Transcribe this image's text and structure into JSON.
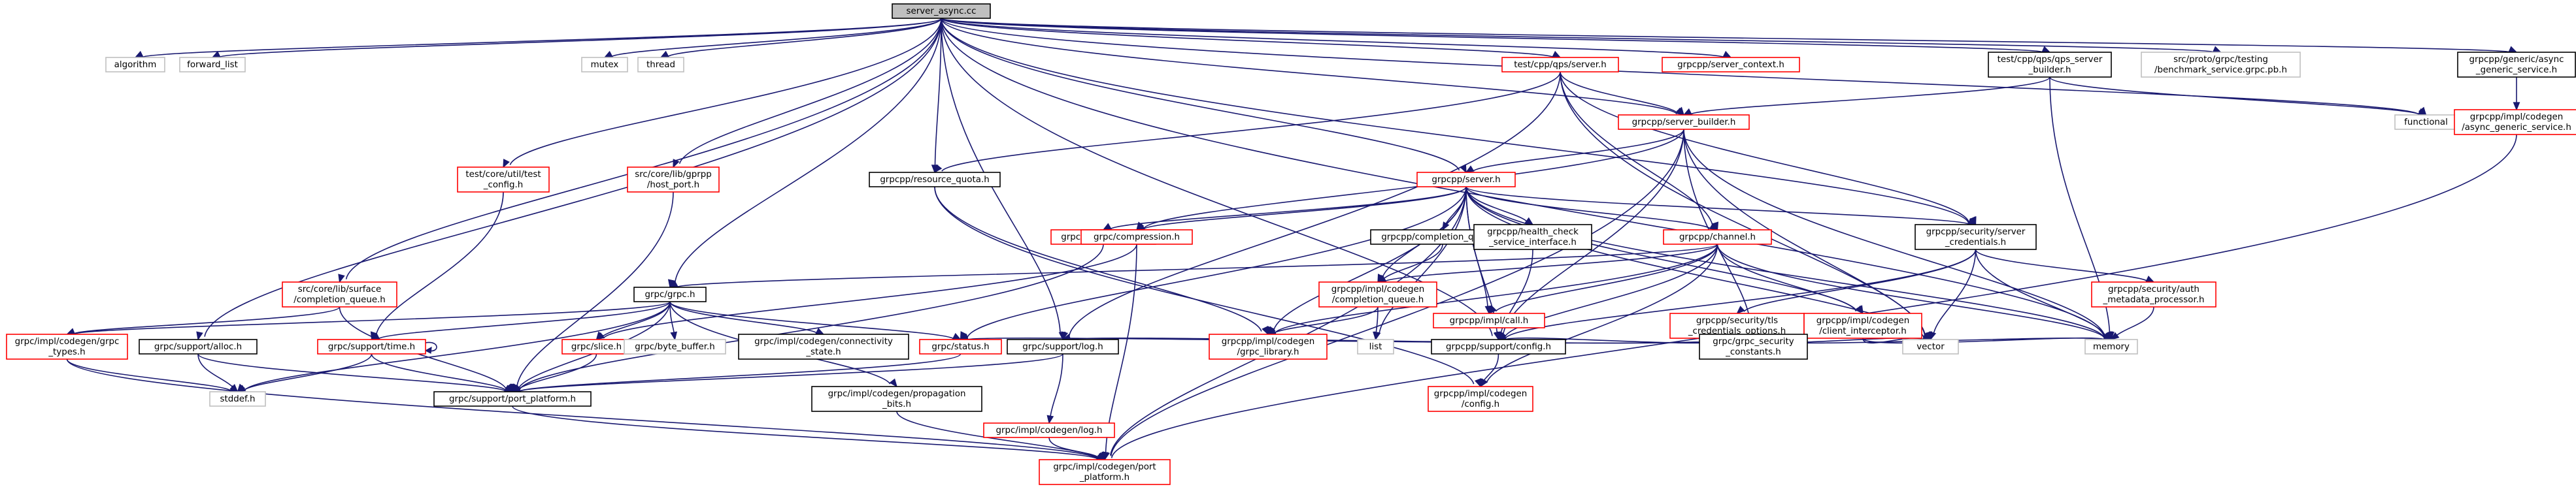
{
  "graph": {
    "nodes": [
      {
        "id": "root",
        "lines": [
          "server_async.cc"
        ],
        "style": "root"
      },
      {
        "id": "algorithm",
        "lines": [
          "algorithm"
        ],
        "style": "grey"
      },
      {
        "id": "forward_list",
        "lines": [
          "forward_list"
        ],
        "style": "grey"
      },
      {
        "id": "mutex",
        "lines": [
          "mutex"
        ],
        "style": "grey"
      },
      {
        "id": "thread",
        "lines": [
          "thread"
        ],
        "style": "grey"
      },
      {
        "id": "qps_server",
        "lines": [
          "test/cpp/qps/server.h"
        ],
        "style": "red"
      },
      {
        "id": "server_context",
        "lines": [
          "grpcpp/server_context.h"
        ],
        "style": "red"
      },
      {
        "id": "qps_server_builder",
        "lines": [
          "test/cpp/qps/qps_server",
          "_builder.h"
        ],
        "style": "black"
      },
      {
        "id": "bench_service",
        "lines": [
          "src/proto/grpc/testing",
          "/benchmark_service.grpc.pb.h"
        ],
        "style": "grey"
      },
      {
        "id": "generic_async",
        "lines": [
          "grpcpp/generic/async",
          "_generic_service.h"
        ],
        "style": "black"
      },
      {
        "id": "server_builder",
        "lines": [
          "grpcpp/server_builder.h"
        ],
        "style": "red"
      },
      {
        "id": "functional",
        "lines": [
          "functional"
        ],
        "style": "grey"
      },
      {
        "id": "async_generic",
        "lines": [
          "grpcpp/impl/codegen",
          "/async_generic_service.h"
        ],
        "style": "red"
      },
      {
        "id": "test_config",
        "lines": [
          "test/core/util/test",
          "_config.h"
        ],
        "style": "red"
      },
      {
        "id": "host_port",
        "lines": [
          "src/core/lib/gprpp",
          "/host_port.h"
        ],
        "style": "red"
      },
      {
        "id": "resource_quota",
        "lines": [
          "grpcpp/resource_quota.h"
        ],
        "style": "black"
      },
      {
        "id": "server_h",
        "lines": [
          "grpcpp/server.h"
        ],
        "style": "red"
      },
      {
        "id": "support_atm",
        "lines": [
          "grpc/support/atm.h"
        ],
        "style": "red"
      },
      {
        "id": "compression",
        "lines": [
          "grpc/compression.h"
        ],
        "style": "red"
      },
      {
        "id": "completion_queue",
        "lines": [
          "grpcpp/completion_queue.h"
        ],
        "style": "black"
      },
      {
        "id": "health_check",
        "lines": [
          "grpcpp/health_check",
          "_service_interface.h"
        ],
        "style": "black"
      },
      {
        "id": "channel",
        "lines": [
          "grpcpp/channel.h"
        ],
        "style": "red"
      },
      {
        "id": "server_credentials",
        "lines": [
          "grpcpp/security/server",
          "_credentials.h"
        ],
        "style": "black"
      },
      {
        "id": "surface_cq",
        "lines": [
          "src/core/lib/surface",
          "/completion_queue.h"
        ],
        "style": "red"
      },
      {
        "id": "grpc_h",
        "lines": [
          "grpc/grpc.h"
        ],
        "style": "black"
      },
      {
        "id": "codegen_cq",
        "lines": [
          "grpcpp/impl/codegen",
          "/completion_queue.h"
        ],
        "style": "red"
      },
      {
        "id": "impl_call",
        "lines": [
          "grpcpp/impl/call.h"
        ],
        "style": "red"
      },
      {
        "id": "tls_opts",
        "lines": [
          "grpcpp/security/tls",
          "_credentials_options.h"
        ],
        "style": "red"
      },
      {
        "id": "client_interceptor",
        "lines": [
          "grpcpp/impl/codegen",
          "/client_interceptor.h"
        ],
        "style": "red"
      },
      {
        "id": "auth_meta",
        "lines": [
          "grpcpp/security/auth",
          "_metadata_processor.h"
        ],
        "style": "red"
      },
      {
        "id": "grpc_types",
        "lines": [
          "grpc/impl/codegen/grpc",
          "_types.h"
        ],
        "style": "red"
      },
      {
        "id": "support_alloc",
        "lines": [
          "grpc/support/alloc.h"
        ],
        "style": "black"
      },
      {
        "id": "support_time",
        "lines": [
          "grpc/support/time.h"
        ],
        "style": "red"
      },
      {
        "id": "slice",
        "lines": [
          "grpc/slice.h"
        ],
        "style": "red"
      },
      {
        "id": "byte_buffer",
        "lines": [
          "grpc/byte_buffer.h"
        ],
        "style": "grey"
      },
      {
        "id": "connectivity",
        "lines": [
          "grpc/impl/codegen/connectivity",
          "_state.h"
        ],
        "style": "black"
      },
      {
        "id": "status",
        "lines": [
          "grpc/status.h"
        ],
        "style": "red"
      },
      {
        "id": "support_log",
        "lines": [
          "grpc/support/log.h"
        ],
        "style": "black"
      },
      {
        "id": "grpc_library",
        "lines": [
          "grpcpp/impl/codegen",
          "/grpc_library.h"
        ],
        "style": "red"
      },
      {
        "id": "list",
        "lines": [
          "list"
        ],
        "style": "grey"
      },
      {
        "id": "support_config",
        "lines": [
          "grpcpp/support/config.h"
        ],
        "style": "black"
      },
      {
        "id": "security_constants",
        "lines": [
          "grpc/grpc_security",
          "_constants.h"
        ],
        "style": "black"
      },
      {
        "id": "vector",
        "lines": [
          "vector"
        ],
        "style": "grey"
      },
      {
        "id": "memory",
        "lines": [
          "memory"
        ],
        "style": "grey"
      },
      {
        "id": "stddef",
        "lines": [
          "stddef.h"
        ],
        "style": "grey"
      },
      {
        "id": "port_platform",
        "lines": [
          "grpc/support/port_platform.h"
        ],
        "style": "black"
      },
      {
        "id": "propagation",
        "lines": [
          "grpc/impl/codegen/propagation",
          "_bits.h"
        ],
        "style": "black"
      },
      {
        "id": "impl_log",
        "lines": [
          "grpc/impl/codegen/log.h"
        ],
        "style": "red"
      },
      {
        "id": "codegen_config",
        "lines": [
          "grpcpp/impl/codegen",
          "/config.h"
        ],
        "style": "red"
      },
      {
        "id": "codegen_port_platform",
        "lines": [
          "grpc/impl/codegen/port",
          "_platform.h"
        ],
        "style": "red"
      }
    ],
    "edges": [
      [
        "root",
        "algorithm"
      ],
      [
        "root",
        "forward_list"
      ],
      [
        "root",
        "mutex"
      ],
      [
        "root",
        "thread"
      ],
      [
        "root",
        "qps_server"
      ],
      [
        "root",
        "server_context"
      ],
      [
        "root",
        "qps_server_builder"
      ],
      [
        "root",
        "bench_service"
      ],
      [
        "root",
        "generic_async"
      ],
      [
        "root",
        "server_builder"
      ],
      [
        "root",
        "functional"
      ],
      [
        "root",
        "memory"
      ],
      [
        "root",
        "test_config"
      ],
      [
        "root",
        "host_port"
      ],
      [
        "root",
        "resource_quota"
      ],
      [
        "root",
        "server_h"
      ],
      [
        "root",
        "server_credentials"
      ],
      [
        "root",
        "surface_cq"
      ],
      [
        "root",
        "grpc_h"
      ],
      [
        "root",
        "support_alloc"
      ],
      [
        "root",
        "support_log"
      ],
      [
        "root",
        "support_config"
      ],
      [
        "qps_server",
        "server_builder"
      ],
      [
        "qps_server",
        "resource_quota"
      ],
      [
        "qps_server",
        "server_credentials"
      ],
      [
        "qps_server",
        "channel"
      ],
      [
        "qps_server",
        "support_log"
      ],
      [
        "qps_server",
        "vector"
      ],
      [
        "qps_server_builder",
        "server_builder"
      ],
      [
        "qps_server_builder",
        "functional"
      ],
      [
        "qps_server_builder",
        "memory"
      ],
      [
        "generic_async",
        "async_generic"
      ],
      [
        "async_generic",
        "codegen_port_platform"
      ],
      [
        "server_builder",
        "server_h"
      ],
      [
        "server_builder",
        "compression"
      ],
      [
        "server_builder",
        "support_config"
      ],
      [
        "server_builder",
        "memory"
      ],
      [
        "server_builder",
        "vector"
      ],
      [
        "server_builder",
        "security_constants"
      ],
      [
        "server_builder",
        "codegen_port_platform"
      ],
      [
        "test_config",
        "support_time"
      ],
      [
        "host_port",
        "port_platform"
      ],
      [
        "resource_quota",
        "grpc_library"
      ],
      [
        "resource_quota",
        "codegen_config"
      ],
      [
        "server_h",
        "support_atm"
      ],
      [
        "server_h",
        "compression"
      ],
      [
        "server_h",
        "completion_queue"
      ],
      [
        "server_h",
        "health_check"
      ],
      [
        "server_h",
        "channel"
      ],
      [
        "server_h",
        "server_credentials"
      ],
      [
        "server_h",
        "codegen_cq"
      ],
      [
        "server_h",
        "impl_call"
      ],
      [
        "server_h",
        "client_interceptor"
      ],
      [
        "server_h",
        "grpc_library"
      ],
      [
        "server_h",
        "list"
      ],
      [
        "server_h",
        "support_config"
      ],
      [
        "server_h",
        "vector"
      ],
      [
        "server_h",
        "memory"
      ],
      [
        "server_h",
        "codegen_port_platform"
      ],
      [
        "server_h",
        "status"
      ],
      [
        "support_atm",
        "port_platform"
      ],
      [
        "compression",
        "slice"
      ],
      [
        "compression",
        "codegen_port_platform"
      ],
      [
        "completion_queue",
        "codegen_cq"
      ],
      [
        "health_check",
        "support_config"
      ],
      [
        "channel",
        "grpc_h"
      ],
      [
        "channel",
        "codegen_cq"
      ],
      [
        "channel",
        "impl_call"
      ],
      [
        "channel",
        "client_interceptor"
      ],
      [
        "channel",
        "support_config"
      ],
      [
        "channel",
        "codegen_config"
      ],
      [
        "channel",
        "memory"
      ],
      [
        "channel",
        "grpc_library"
      ],
      [
        "server_credentials",
        "tls_opts"
      ],
      [
        "server_credentials",
        "auth_meta"
      ],
      [
        "server_credentials",
        "support_config"
      ],
      [
        "server_credentials",
        "vector"
      ],
      [
        "server_credentials",
        "memory"
      ],
      [
        "surface_cq",
        "grpc_types"
      ],
      [
        "surface_cq",
        "port_platform"
      ],
      [
        "grpc_h",
        "grpc_types"
      ],
      [
        "grpc_h",
        "support_time"
      ],
      [
        "grpc_h",
        "slice"
      ],
      [
        "grpc_h",
        "byte_buffer"
      ],
      [
        "grpc_h",
        "connectivity"
      ],
      [
        "grpc_h",
        "status"
      ],
      [
        "grpc_h",
        "propagation"
      ],
      [
        "grpc_h",
        "port_platform"
      ],
      [
        "grpc_h",
        "stddef"
      ],
      [
        "codegen_cq",
        "grpc_library"
      ],
      [
        "codegen_cq",
        "list"
      ],
      [
        "tls_opts",
        "support_log"
      ],
      [
        "tls_opts",
        "security_constants"
      ],
      [
        "tls_opts",
        "support_config"
      ],
      [
        "tls_opts",
        "vector"
      ],
      [
        "tls_opts",
        "memory"
      ],
      [
        "tls_opts",
        "status"
      ],
      [
        "client_interceptor",
        "vector"
      ],
      [
        "client_interceptor",
        "memory"
      ],
      [
        "auth_meta",
        "memory"
      ],
      [
        "grpc_types",
        "stddef"
      ],
      [
        "grpc_types",
        "codegen_port_platform"
      ],
      [
        "support_alloc",
        "stddef"
      ],
      [
        "support_alloc",
        "port_platform"
      ],
      [
        "support_time",
        "support_time"
      ],
      [
        "support_time",
        "stddef"
      ],
      [
        "support_time",
        "port_platform"
      ],
      [
        "slice",
        "port_platform"
      ],
      [
        "status",
        "port_platform"
      ],
      [
        "support_log",
        "port_platform"
      ],
      [
        "support_log",
        "impl_log"
      ],
      [
        "support_config",
        "codegen_config"
      ],
      [
        "port_platform",
        "codegen_port_platform"
      ],
      [
        "propagation",
        "codegen_port_platform"
      ],
      [
        "impl_log",
        "codegen_port_platform"
      ]
    ]
  }
}
